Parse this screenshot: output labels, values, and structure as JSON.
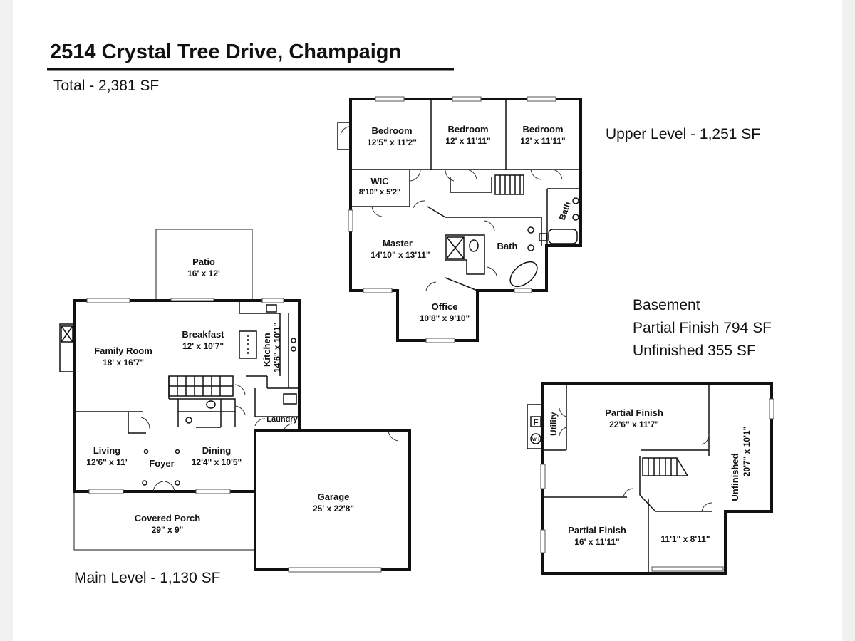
{
  "title": "2514 Crystal Tree Drive, Champaign",
  "total": "Total - 2,381 SF",
  "upper_level": {
    "label": "Upper Level - 1,251 SF",
    "rooms": [
      {
        "name": "Bedroom",
        "dims": "12'5\" x 11'2\""
      },
      {
        "name": "Bedroom",
        "dims": "12' x 11'11\""
      },
      {
        "name": "Bedroom",
        "dims": "12' x 11'11\""
      },
      {
        "name": "WIC",
        "dims": "8'10\" x 5'2\""
      },
      {
        "name": "Master",
        "dims": "14'10\" x 13'11\""
      },
      {
        "name": "Bath",
        "dims": ""
      },
      {
        "name": "Bath",
        "dims": ""
      },
      {
        "name": "Office",
        "dims": "10'8\" x 9'10\""
      }
    ]
  },
  "main_level": {
    "label": "Main Level - 1,130 SF",
    "rooms": [
      {
        "name": "Patio",
        "dims": "16' x 12'"
      },
      {
        "name": "Family Room",
        "dims": "18' x 16'7\""
      },
      {
        "name": "Breakfast",
        "dims": "12' x 10'7\""
      },
      {
        "name": "Kitchen",
        "dims": "14'6\" x 10'1\""
      },
      {
        "name": "Laundry",
        "dims": ""
      },
      {
        "name": "Living",
        "dims": "12'6\" x 11'"
      },
      {
        "name": "Foyer",
        "dims": ""
      },
      {
        "name": "Dining",
        "dims": "12'4\" x 10'5\""
      },
      {
        "name": "Covered Porch",
        "dims": "29\" x 9\""
      },
      {
        "name": "Garage",
        "dims": "25' x 22'8\""
      }
    ]
  },
  "basement": {
    "label_line1": "Basement",
    "label_line2": "Partial Finish 794 SF",
    "label_line3": "Unfinished 355 SF",
    "rooms": [
      {
        "name": "Partial Finish",
        "dims": "22'6\" x 11'7\""
      },
      {
        "name": "Utility",
        "dims": ""
      },
      {
        "name": "Unfinished",
        "dims": "20'7\" x 10'1\""
      },
      {
        "name": "Partial Finish",
        "dims": "16' x 11'11\""
      },
      {
        "name": "",
        "dims": "11'1\" x 8'11\""
      }
    ],
    "symbols": {
      "furnace": "F",
      "water_heater": "WH"
    }
  }
}
